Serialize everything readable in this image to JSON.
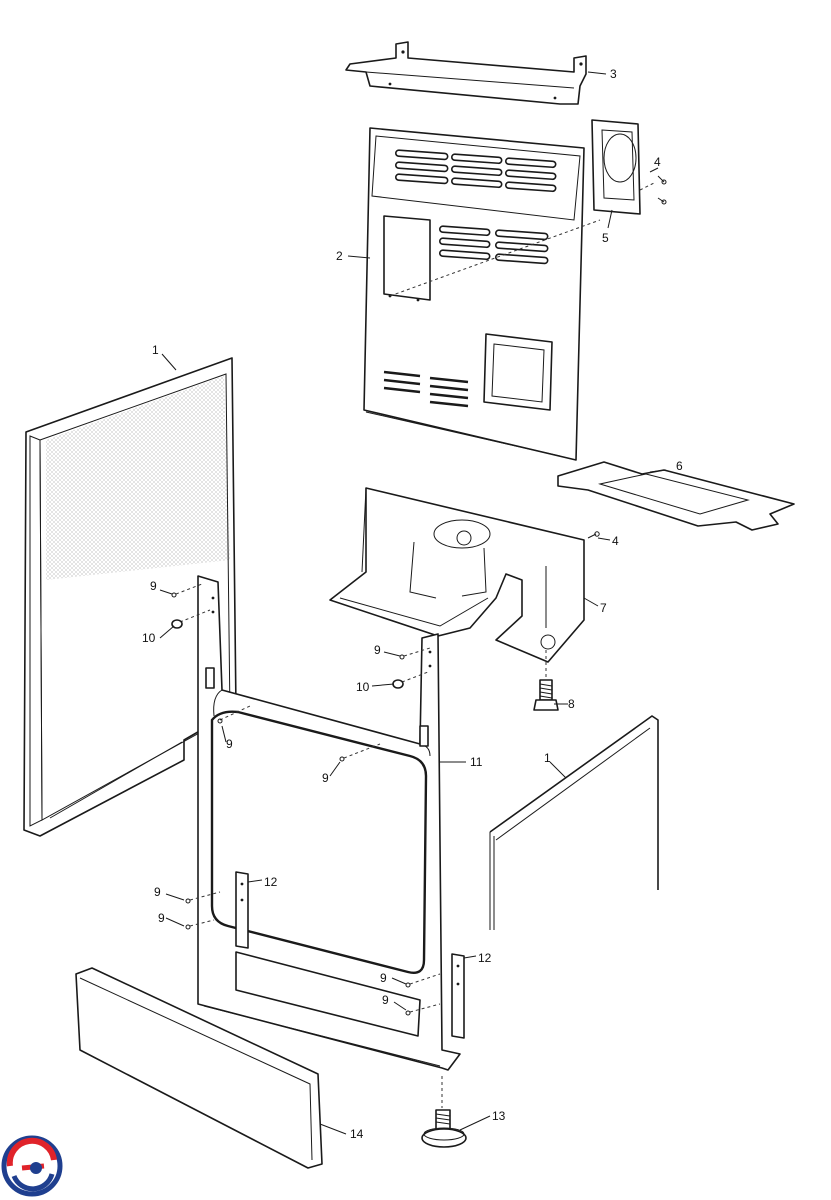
{
  "callouts": [
    {
      "id": "c3",
      "text": "3"
    },
    {
      "id": "c4a",
      "text": "4"
    },
    {
      "id": "c5",
      "text": "5"
    },
    {
      "id": "c2",
      "text": "2"
    },
    {
      "id": "c1a",
      "text": "1"
    },
    {
      "id": "c6",
      "text": "6"
    },
    {
      "id": "c4b",
      "text": "4"
    },
    {
      "id": "c7",
      "text": "7"
    },
    {
      "id": "c8",
      "text": "8"
    },
    {
      "id": "c9a",
      "text": "9"
    },
    {
      "id": "c10a",
      "text": "10"
    },
    {
      "id": "c9b",
      "text": "9"
    },
    {
      "id": "c10b",
      "text": "10"
    },
    {
      "id": "c9c",
      "text": "9"
    },
    {
      "id": "c9d",
      "text": "9"
    },
    {
      "id": "c11",
      "text": "11"
    },
    {
      "id": "c1b",
      "text": "1"
    },
    {
      "id": "c12a",
      "text": "12"
    },
    {
      "id": "c9e",
      "text": "9"
    },
    {
      "id": "c9f",
      "text": "9"
    },
    {
      "id": "c12b",
      "text": "12"
    },
    {
      "id": "c9g",
      "text": "9"
    },
    {
      "id": "c9h",
      "text": "9"
    },
    {
      "id": "c13",
      "text": "13"
    },
    {
      "id": "c14",
      "text": "14"
    }
  ],
  "colors": {
    "line": "#1a1a1a",
    "logo_red": "#e0232a",
    "logo_blue": "#1f3f8f"
  }
}
